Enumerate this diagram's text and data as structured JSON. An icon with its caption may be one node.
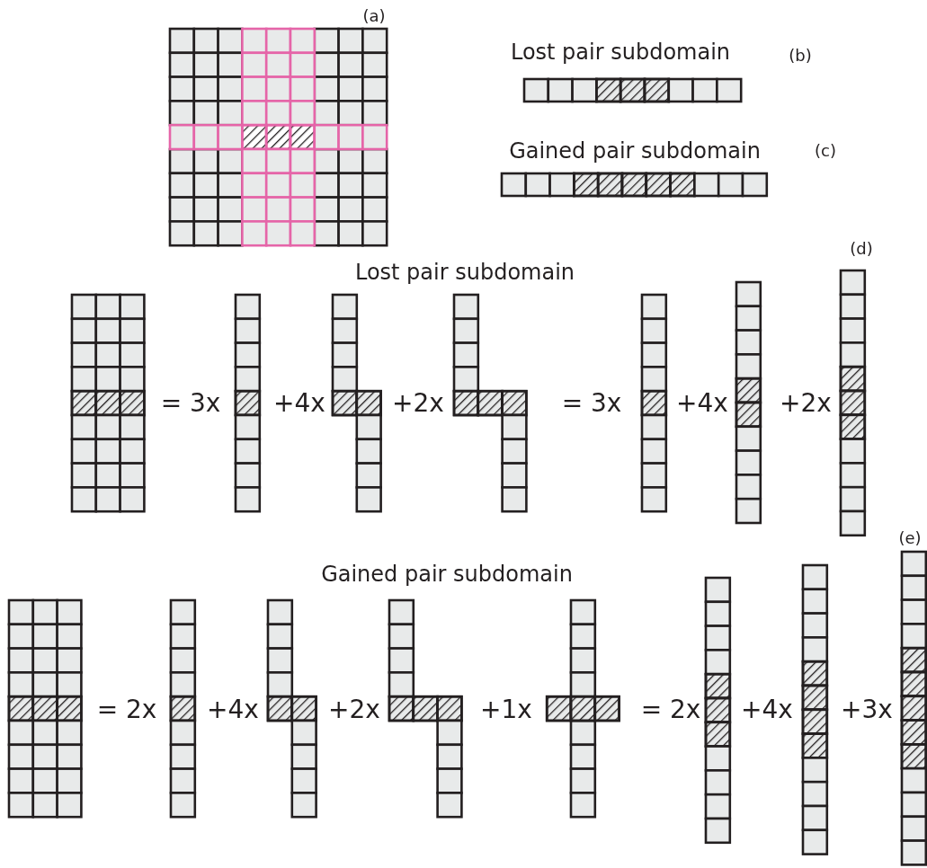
{
  "diagram": {
    "labels": [
      "(a)",
      "Lost pair subdomain",
      "(b)",
      "Gained pair subdomain",
      "(c)",
      "(d)",
      "Lost pair subdomain",
      "= 3x",
      "+4x",
      "+2x",
      "= 3x",
      "+4x",
      "+2x",
      "(e)",
      "Gained pair subdomain",
      "= 2x",
      "+4x",
      "+2x",
      "+1x",
      "= 2x",
      "+4x",
      "+3x"
    ]
  }
}
